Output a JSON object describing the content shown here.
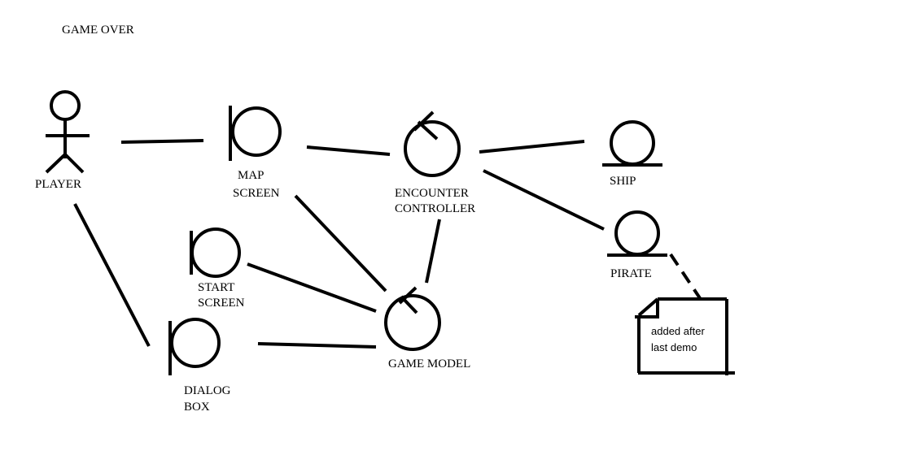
{
  "title": "GAME OVER",
  "actor": {
    "label": "PLAYER",
    "icon": "actor-icon"
  },
  "boundaries": {
    "map_screen": {
      "line1": "MAP",
      "line2": "SCREEN",
      "icon": "boundary-icon"
    },
    "start_screen": {
      "line1": "START",
      "line2": "SCREEN",
      "icon": "boundary-icon"
    },
    "dialog_box": {
      "line1": "DIALOG",
      "line2": "BOX",
      "icon": "boundary-icon"
    }
  },
  "controls": {
    "encounter_controller": {
      "line1": "ENCOUNTER",
      "line2": "CONTROLLER",
      "icon": "control-icon"
    },
    "game_model": {
      "label": "GAME MODEL",
      "icon": "control-icon"
    }
  },
  "entities": {
    "ship": {
      "label": "SHIP",
      "icon": "entity-icon"
    },
    "pirate": {
      "label": "PIRATE",
      "icon": "entity-icon"
    }
  },
  "note": {
    "line1": "added after",
    "line2": "last demo",
    "icon": "note-icon"
  },
  "colors": {
    "ink": "#000000",
    "background": "#ffffff"
  }
}
